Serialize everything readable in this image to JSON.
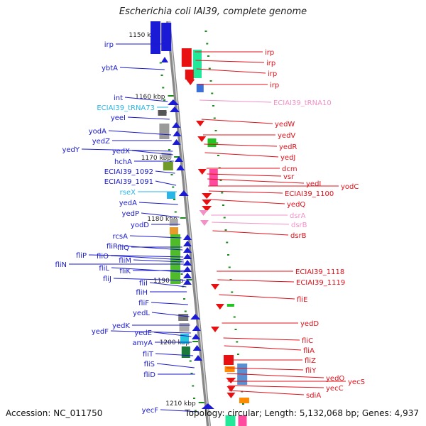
{
  "title": "Escherichia coli IAI39, complete genome",
  "footer": {
    "accession": "Accession: NC_011750",
    "summary": "Topology: circular; Length: 5,132,068 bp; Genes: 4,937"
  },
  "colors": {
    "left_label": "#1a1acc",
    "rna_left": "#29b6e6",
    "right_label": "#e0101a",
    "rna_right": "#f291c8",
    "tick": "#1a8c1a"
  },
  "kbp_ticks": [
    "1150 kbp",
    "1160 kbp",
    "1170 kbp",
    "1180 kbp",
    "1190 kbp",
    "1200 kbp",
    "1210 kbp"
  ],
  "left_genes": [
    "irp",
    "ybtA",
    "int",
    "ECIAI39_tRNA73",
    "yeeI",
    "yodA",
    "yedZ",
    "yedY",
    "yedX",
    "hchA",
    "ECIAI39_1092",
    "ECIAI39_1091",
    "rseX",
    "yedA",
    "yedP",
    "yodD",
    "rcsA",
    "fliR",
    "fliQ",
    "fliP",
    "fliO",
    "fliN",
    "fliM",
    "fliL",
    "fliK",
    "fliJ",
    "fliI",
    "fliH",
    "fliF",
    "yedL",
    "yedK",
    "yedF",
    "yedE",
    "amyA",
    "fliT",
    "fliS",
    "fliD",
    "yecF"
  ],
  "right_genes": [
    "irp",
    "irp",
    "irp",
    "irp",
    "ECIAI39_tRNA10",
    "yedW",
    "yedV",
    "yedR",
    "yedJ",
    "dcm",
    "vsr",
    "yedI",
    "yodC",
    "ECIAI39_1100",
    "yedQ",
    "dsrA",
    "dsrB",
    "dsrB",
    "ECIAI39_1118",
    "ECIAI39_1119",
    "fliE",
    "yedD",
    "fliC",
    "fliA",
    "fliZ",
    "fliY",
    "yedO",
    "yecS",
    "yecC",
    "sdiA"
  ]
}
